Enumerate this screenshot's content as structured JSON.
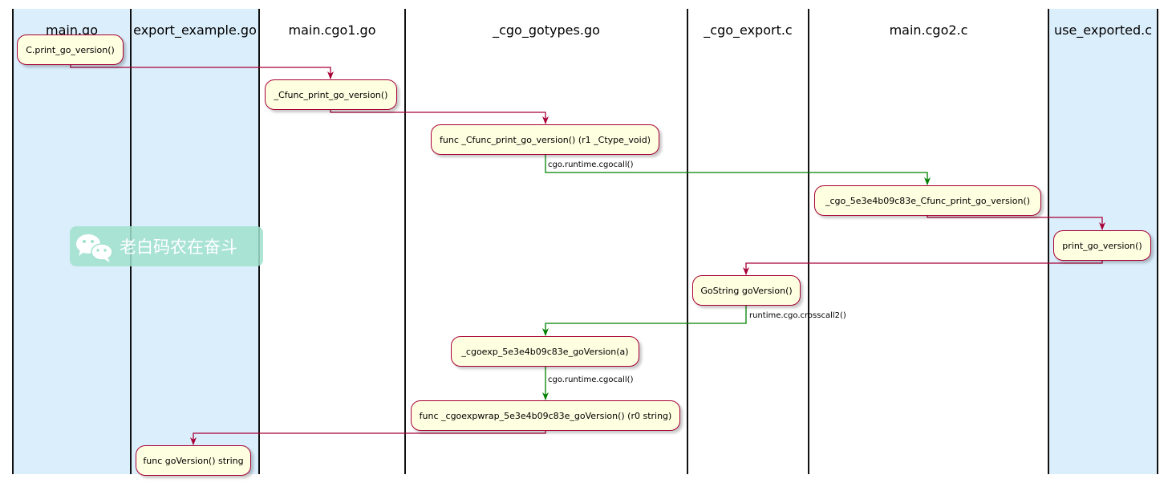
{
  "lanes": [
    {
      "id": "main_go",
      "title": "main.go",
      "highlight": true
    },
    {
      "id": "export_example_go",
      "title": "export_example.go",
      "highlight": true
    },
    {
      "id": "main_cgo1_go",
      "title": "main.cgo1.go",
      "highlight": false
    },
    {
      "id": "cgo_gotypes_go",
      "title": "_cgo_gotypes.go",
      "highlight": false
    },
    {
      "id": "cgo_export_c",
      "title": "_cgo_export.c",
      "highlight": false
    },
    {
      "id": "main_cgo2_c",
      "title": "main.cgo2.c",
      "highlight": false
    },
    {
      "id": "use_exported_c",
      "title": "use_exported.c",
      "highlight": true
    }
  ],
  "nodes": [
    {
      "id": "n1",
      "lane": "main_go",
      "label": "C.print_go_version()"
    },
    {
      "id": "n2",
      "lane": "main_cgo1_go",
      "label": "_Cfunc_print_go_version()"
    },
    {
      "id": "n3",
      "lane": "cgo_gotypes_go",
      "label": "func _Cfunc_print_go_version() (r1 _Ctype_void)"
    },
    {
      "id": "n4",
      "lane": "main_cgo2_c",
      "label": "_cgo_5e3e4b09c83e_Cfunc_print_go_version()"
    },
    {
      "id": "n5",
      "lane": "use_exported_c",
      "label": "print_go_version()"
    },
    {
      "id": "n6",
      "lane": "cgo_export_c",
      "label": "GoString goVersion()"
    },
    {
      "id": "n7",
      "lane": "cgo_gotypes_go",
      "label": "_cgoexp_5e3e4b09c83e_goVersion(a)"
    },
    {
      "id": "n8",
      "lane": "cgo_gotypes_go",
      "label": "func _cgoexpwrap_5e3e4b09c83e_goVersion() (r0 string)"
    },
    {
      "id": "n9",
      "lane": "export_example_go",
      "label": "func goVersion() string"
    }
  ],
  "edges": [
    {
      "from": "n1",
      "to": "n2",
      "label": "",
      "color": "#a80036"
    },
    {
      "from": "n2",
      "to": "n3",
      "label": "",
      "color": "#a80036"
    },
    {
      "from": "n3",
      "to": "n4",
      "label": "cgo.runtime.cgocall()",
      "color": "#008000"
    },
    {
      "from": "n4",
      "to": "n5",
      "label": "",
      "color": "#a80036"
    },
    {
      "from": "n5",
      "to": "n6",
      "label": "",
      "color": "#a80036"
    },
    {
      "from": "n6",
      "to": "n7",
      "label": "runtime.cgo.crosscall2()",
      "color": "#008000"
    },
    {
      "from": "n7",
      "to": "n8",
      "label": "cgo.runtime.cgocall()",
      "color": "#008000"
    },
    {
      "from": "n8",
      "to": "n9",
      "label": "",
      "color": "#a80036"
    }
  ],
  "colors": {
    "lane_highlight": "#dbeefc",
    "node_fill": "#fefee0",
    "node_border": "#a80036",
    "call_arrow": "#a80036",
    "cgocall_arrow": "#008000"
  },
  "watermark": {
    "text": "老白码农在奋斗",
    "icon": "wechat-icon"
  }
}
